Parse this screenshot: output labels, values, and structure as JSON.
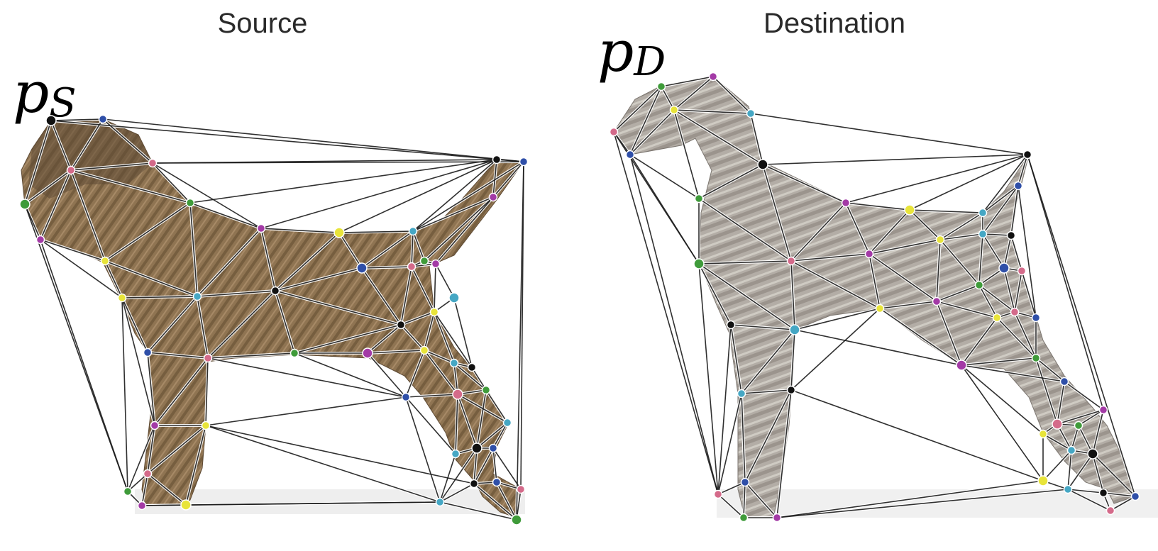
{
  "panels": {
    "source": {
      "title": "Source",
      "point_label": "p",
      "point_subscript": "S"
    },
    "destination": {
      "title": "Destination",
      "point_label": "p",
      "point_subscript": "D"
    }
  },
  "colors": {
    "source_body": "#8f7452",
    "source_body_dark": "#5e4a34",
    "dest_body": "#b0aaa3",
    "dest_body_dark": "#7c7670",
    "mesh": "#1a1a1a",
    "keypoints": [
      "#111111",
      "#e8e43a",
      "#3f9b3a",
      "#2f4fa8",
      "#45a7c4",
      "#a33aa6",
      "#d46a8a"
    ]
  }
}
